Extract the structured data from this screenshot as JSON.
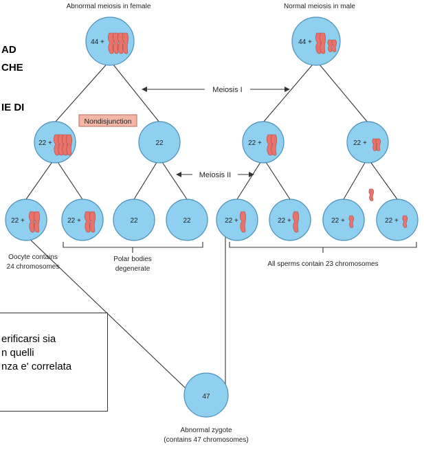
{
  "title_female": "Abnormal meiosis in female",
  "title_male": "Normal meiosis in male",
  "left_text": [
    "AD",
    "CHE",
    "IE DI"
  ],
  "meiosis1_label": "Meiosis I",
  "meiosis2_label": "Meiosis II",
  "nondisjunction_label": "Nondisjunction",
  "female_parent_label": "44 +",
  "male_parent_label": "44 +",
  "female_m1_cells": [
    "22 +",
    "22"
  ],
  "male_m1_cells": [
    "22 +",
    "22 +"
  ],
  "female_gametes": [
    "22 +",
    "22 +",
    "22",
    "22"
  ],
  "male_gametes": [
    "22 +",
    "22 +",
    "22 +",
    "22 +"
  ],
  "oocyte_caption": [
    "Oocyte contains",
    "24 chromosomes"
  ],
  "polar_caption": [
    "Polar bodies",
    "degenerate"
  ],
  "sperm_caption": "All sperms contain 23 chromosomes",
  "zygote_label": "47",
  "zygote_caption": [
    "Abnormal zygote",
    "(contains 47 chromosomes)"
  ],
  "note_lines": [
    "erificarsi sia",
    "n quelli",
    "nza e' correlata"
  ],
  "colors": {
    "cell_fill": "#8fcfef",
    "cell_stroke": "#4a8fba",
    "chromosome": "#e8736a",
    "nondisjunction_fill": "#f3b5a6",
    "line": "#333333"
  }
}
